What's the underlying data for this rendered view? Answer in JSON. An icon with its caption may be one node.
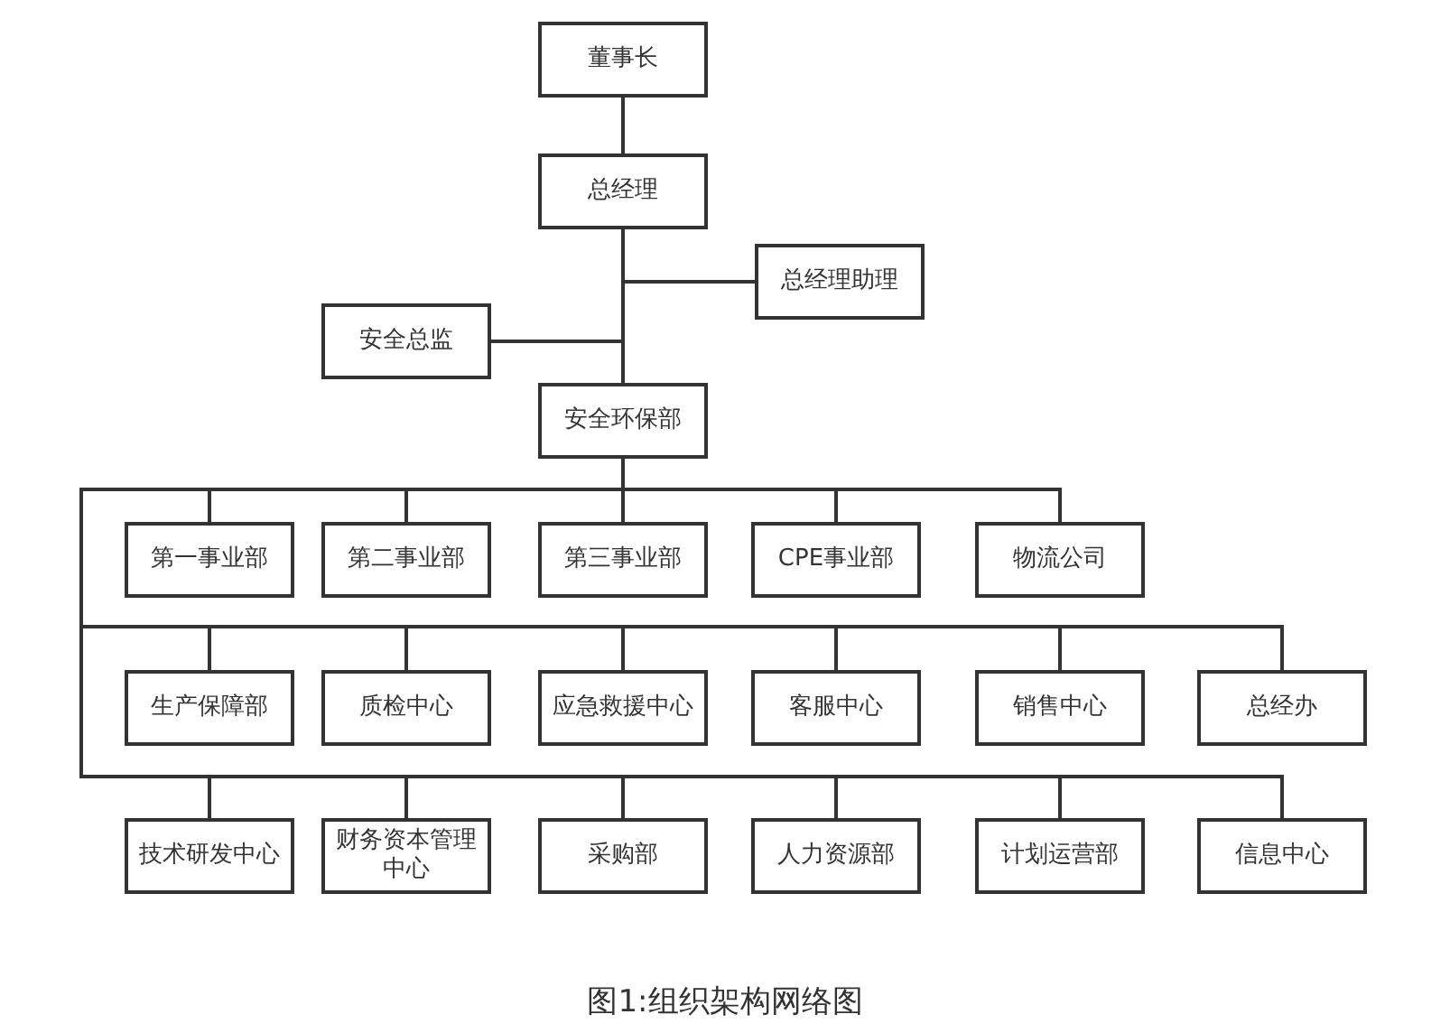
{
  "diagram": {
    "caption": "图1:组织架构网络图",
    "nodes": [
      {
        "text": [
          "董事长"
        ]
      },
      {
        "text": [
          "总经理"
        ]
      },
      {
        "text": [
          "总经理助理"
        ]
      },
      {
        "text": [
          "安全总监"
        ]
      },
      {
        "text": [
          "安全环保部"
        ]
      },
      {
        "text": [
          "第一事业部"
        ]
      },
      {
        "text": [
          "第二事业部"
        ]
      },
      {
        "text": [
          "第三事业部"
        ]
      },
      {
        "text": [
          "CPE事业部"
        ]
      },
      {
        "text": [
          "物流公司"
        ]
      },
      {
        "text": [
          "生产保障部"
        ]
      },
      {
        "text": [
          "质检中心"
        ]
      },
      {
        "text": [
          "应急救援中心"
        ]
      },
      {
        "text": [
          "客服中心"
        ]
      },
      {
        "text": [
          "销售中心"
        ]
      },
      {
        "text": [
          "总经办"
        ]
      },
      {
        "text": [
          "技术研发中心"
        ]
      },
      {
        "text": [
          "财务资本管理中心"
        ]
      },
      {
        "text": [
          "采购部"
        ]
      },
      {
        "text": [
          "人力资源部"
        ]
      },
      {
        "text": [
          "计划运营部"
        ]
      },
      {
        "text": [
          "信息中心"
        ]
      }
    ],
    "edges": [
      {
        "from": 0,
        "to": 1,
        "arrow": "none"
      },
      {
        "from": 1,
        "to": 2,
        "arrow": "none"
      },
      {
        "from": 1,
        "to": 3,
        "arrow": "none"
      },
      {
        "from": 1,
        "to": 4,
        "arrow": "none"
      },
      {
        "from": 4,
        "to": 5,
        "arrow": "none"
      },
      {
        "from": 4,
        "to": 6,
        "arrow": "none"
      },
      {
        "from": 4,
        "to": 7,
        "arrow": "none"
      },
      {
        "from": 4,
        "to": 8,
        "arrow": "none"
      },
      {
        "from": 4,
        "to": 9,
        "arrow": "none"
      },
      {
        "from": 4,
        "to": 10,
        "arrow": "none"
      },
      {
        "from": 4,
        "to": 11,
        "arrow": "none"
      },
      {
        "from": 4,
        "to": 12,
        "arrow": "none"
      },
      {
        "from": 4,
        "to": 13,
        "arrow": "none"
      },
      {
        "from": 4,
        "to": 14,
        "arrow": "none"
      },
      {
        "from": 4,
        "to": 15,
        "arrow": "none"
      },
      {
        "from": 4,
        "to": 16,
        "arrow": "none"
      },
      {
        "from": 4,
        "to": 17,
        "arrow": "none"
      },
      {
        "from": 4,
        "to": 18,
        "arrow": "none"
      },
      {
        "from": 4,
        "to": 19,
        "arrow": "none"
      },
      {
        "from": 4,
        "to": 20,
        "arrow": "none"
      },
      {
        "from": 4,
        "to": 21,
        "arrow": "none"
      }
    ]
  }
}
